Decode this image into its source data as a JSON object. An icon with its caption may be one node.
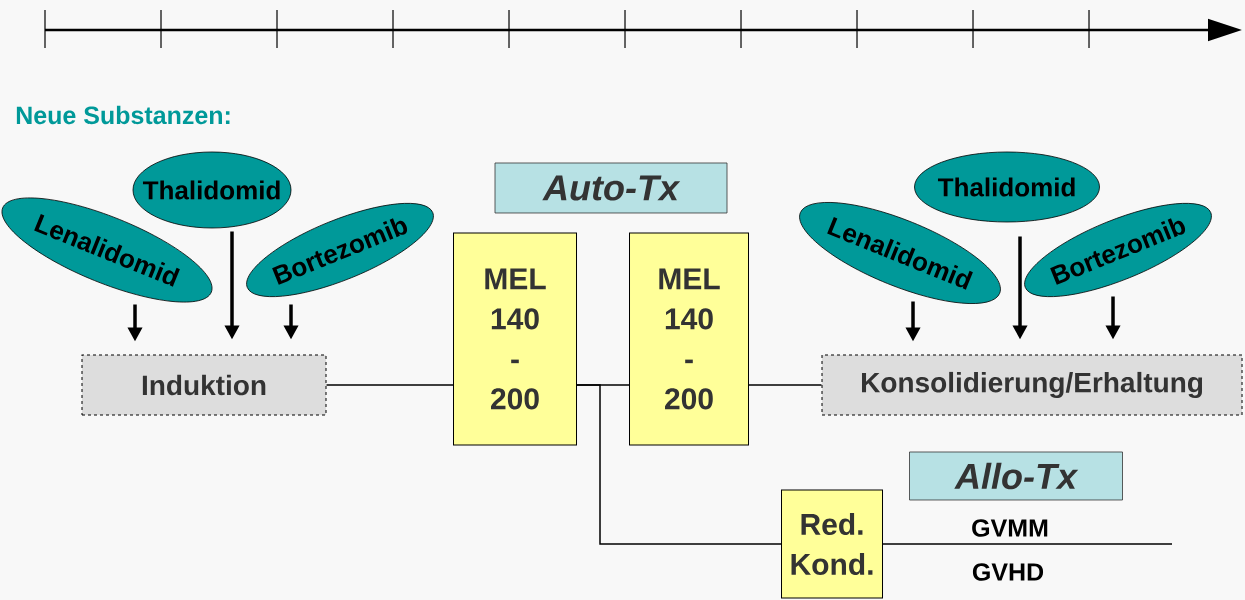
{
  "diagram": {
    "title": "Neue Substanzen:",
    "nodes": [
      {
        "text": [
          "Thalidomid"
        ]
      },
      {
        "text": [
          "Lenalidomid"
        ]
      },
      {
        "text": [
          "Bortezomib"
        ]
      },
      {
        "text": [
          "Induktion"
        ]
      },
      {
        "text": [
          "Auto-Tx"
        ]
      },
      {
        "text": [
          "MEL 140 - 200"
        ]
      },
      {
        "text": [
          "MEL 140 - 200"
        ]
      },
      {
        "text": [
          "Konsolidierung/Erhaltung"
        ]
      },
      {
        "text": [
          "Thalidomid"
        ]
      },
      {
        "text": [
          "Lenalidomid"
        ]
      },
      {
        "text": [
          "Bortezomib"
        ]
      },
      {
        "text": [
          "Allo-Tx"
        ]
      },
      {
        "text": [
          "Red. Kond."
        ]
      }
    ],
    "edges": [
      {
        "from": 1,
        "to": 3,
        "arrow": "to"
      },
      {
        "from": 0,
        "to": 3,
        "arrow": "to"
      },
      {
        "from": 2,
        "to": 3,
        "arrow": "to"
      },
      {
        "from": 3,
        "to": 5,
        "arrow": "none"
      },
      {
        "from": 5,
        "to": 6,
        "arrow": "none"
      },
      {
        "from": 6,
        "to": 7,
        "arrow": "none"
      },
      {
        "from": 9,
        "to": 7,
        "arrow": "to"
      },
      {
        "from": 8,
        "to": 7,
        "arrow": "to"
      },
      {
        "from": 10,
        "to": 7,
        "arrow": "to"
      },
      {
        "from": 5,
        "to": 12,
        "arrow": "none"
      },
      {
        "from": 12,
        "to": null,
        "arrow": "none"
      }
    ],
    "labels": [
      "GVMM",
      "GVHD"
    ]
  }
}
